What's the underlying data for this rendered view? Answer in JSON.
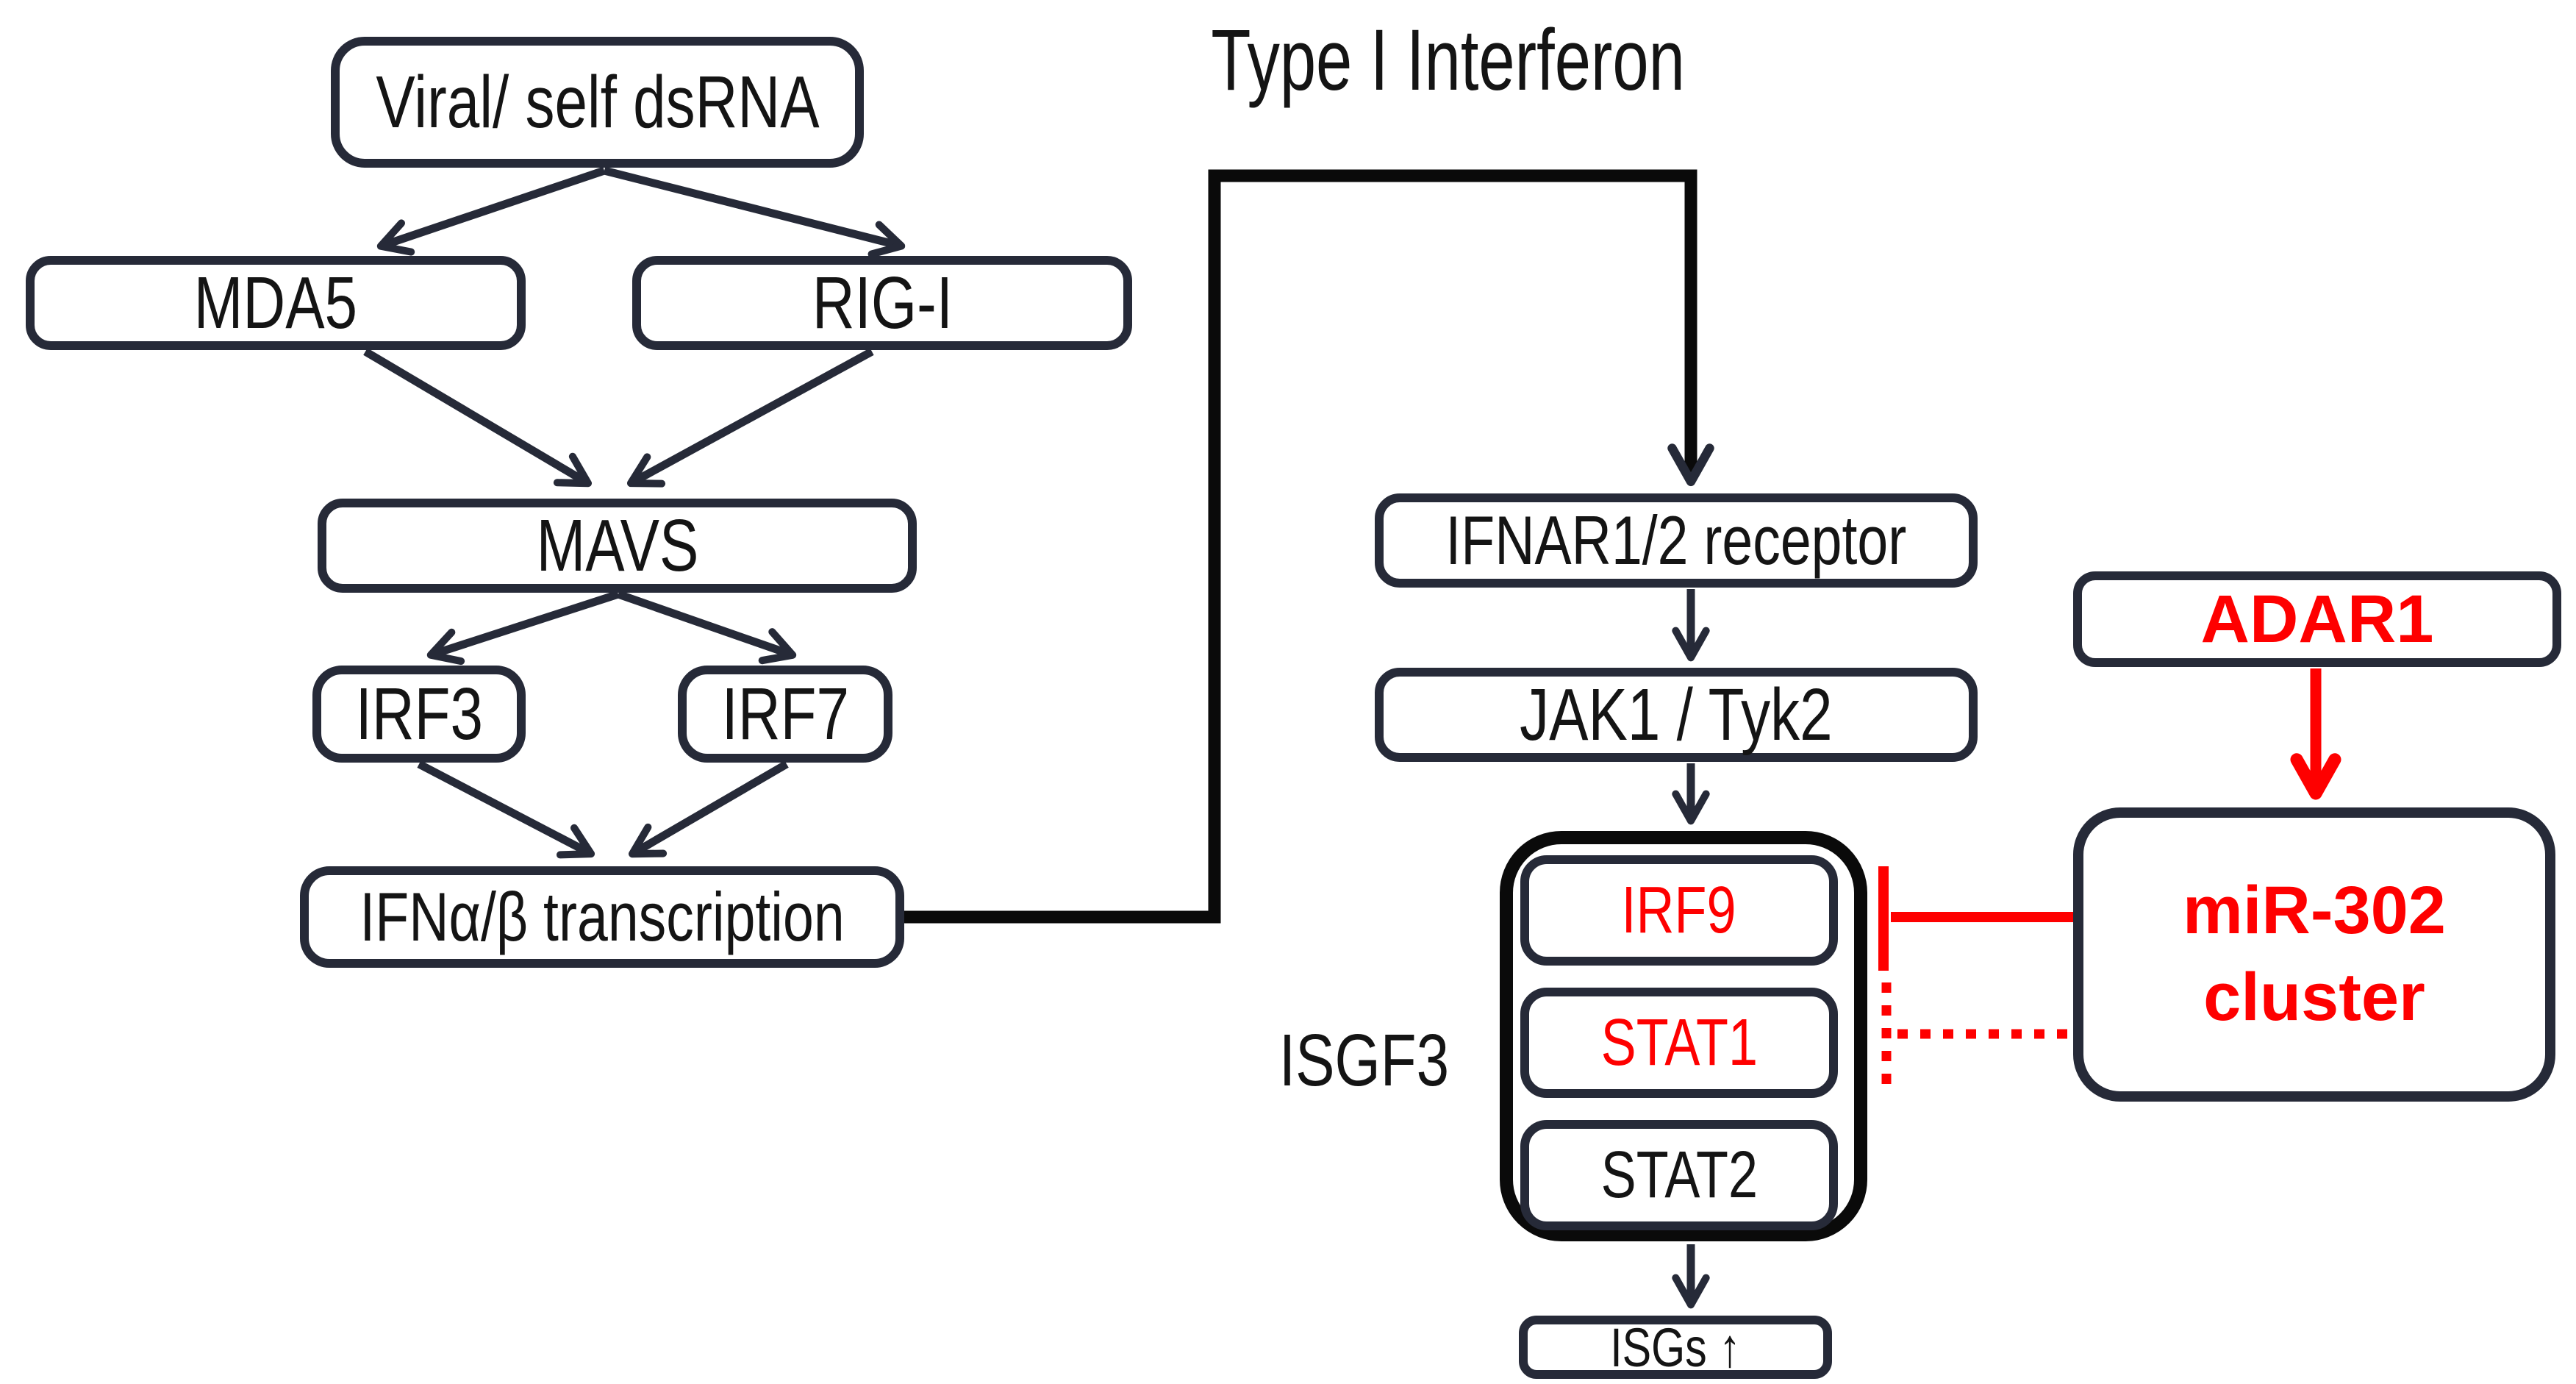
{
  "title": "Type I Interferon",
  "nodes": {
    "viral": "Viral/ self dsRNA",
    "mda5": "MDA5",
    "rigi": "RIG-I",
    "mavs": "MAVS",
    "irf3": "IRF3",
    "irf7": "IRF7",
    "ifnab": "IFNα/β transcription",
    "ifnar": "IFNAR1/2 receptor",
    "jak": "JAK1 / Tyk2",
    "isgf3_label": "ISGF3",
    "irf9": "IRF9",
    "stat1": "STAT1",
    "stat2": "STAT2",
    "isgs": "ISGs ↑",
    "adar1": "ADAR1",
    "mir302": {
      "line1": "miR-302",
      "line2": "cluster"
    }
  },
  "colors": {
    "ink": "#262a38",
    "outline_black": "#0a0a0a",
    "red": "#fe0000",
    "text": "#141414",
    "background": "#ffffff"
  },
  "relations": [
    {
      "from": "Viral/ self dsRNA",
      "to": "MDA5",
      "type": "activation"
    },
    {
      "from": "Viral/ self dsRNA",
      "to": "RIG-I",
      "type": "activation"
    },
    {
      "from": "MDA5",
      "to": "MAVS",
      "type": "activation"
    },
    {
      "from": "RIG-I",
      "to": "MAVS",
      "type": "activation"
    },
    {
      "from": "MAVS",
      "to": "IRF3",
      "type": "activation"
    },
    {
      "from": "MAVS",
      "to": "IRF7",
      "type": "activation"
    },
    {
      "from": "IRF3",
      "to": "IFNα/β transcription",
      "type": "activation"
    },
    {
      "from": "IRF7",
      "to": "IFNα/β transcription",
      "type": "activation"
    },
    {
      "from": "IFNα/β transcription",
      "to": "IFNAR1/2 receptor",
      "type": "activation",
      "via": "Type I Interferon"
    },
    {
      "from": "IFNAR1/2 receptor",
      "to": "JAK1 / Tyk2",
      "type": "activation"
    },
    {
      "from": "JAK1 / Tyk2",
      "to": "ISGF3",
      "type": "activation"
    },
    {
      "from": "ISGF3",
      "to": "ISGs ↑",
      "type": "activation"
    },
    {
      "from": "ADAR1",
      "to": "miR-302 cluster",
      "type": "activation"
    },
    {
      "from": "miR-302 cluster",
      "to": "IRF9",
      "type": "inhibition-solid"
    },
    {
      "from": "miR-302 cluster",
      "to": "STAT1",
      "type": "inhibition-dotted"
    }
  ]
}
